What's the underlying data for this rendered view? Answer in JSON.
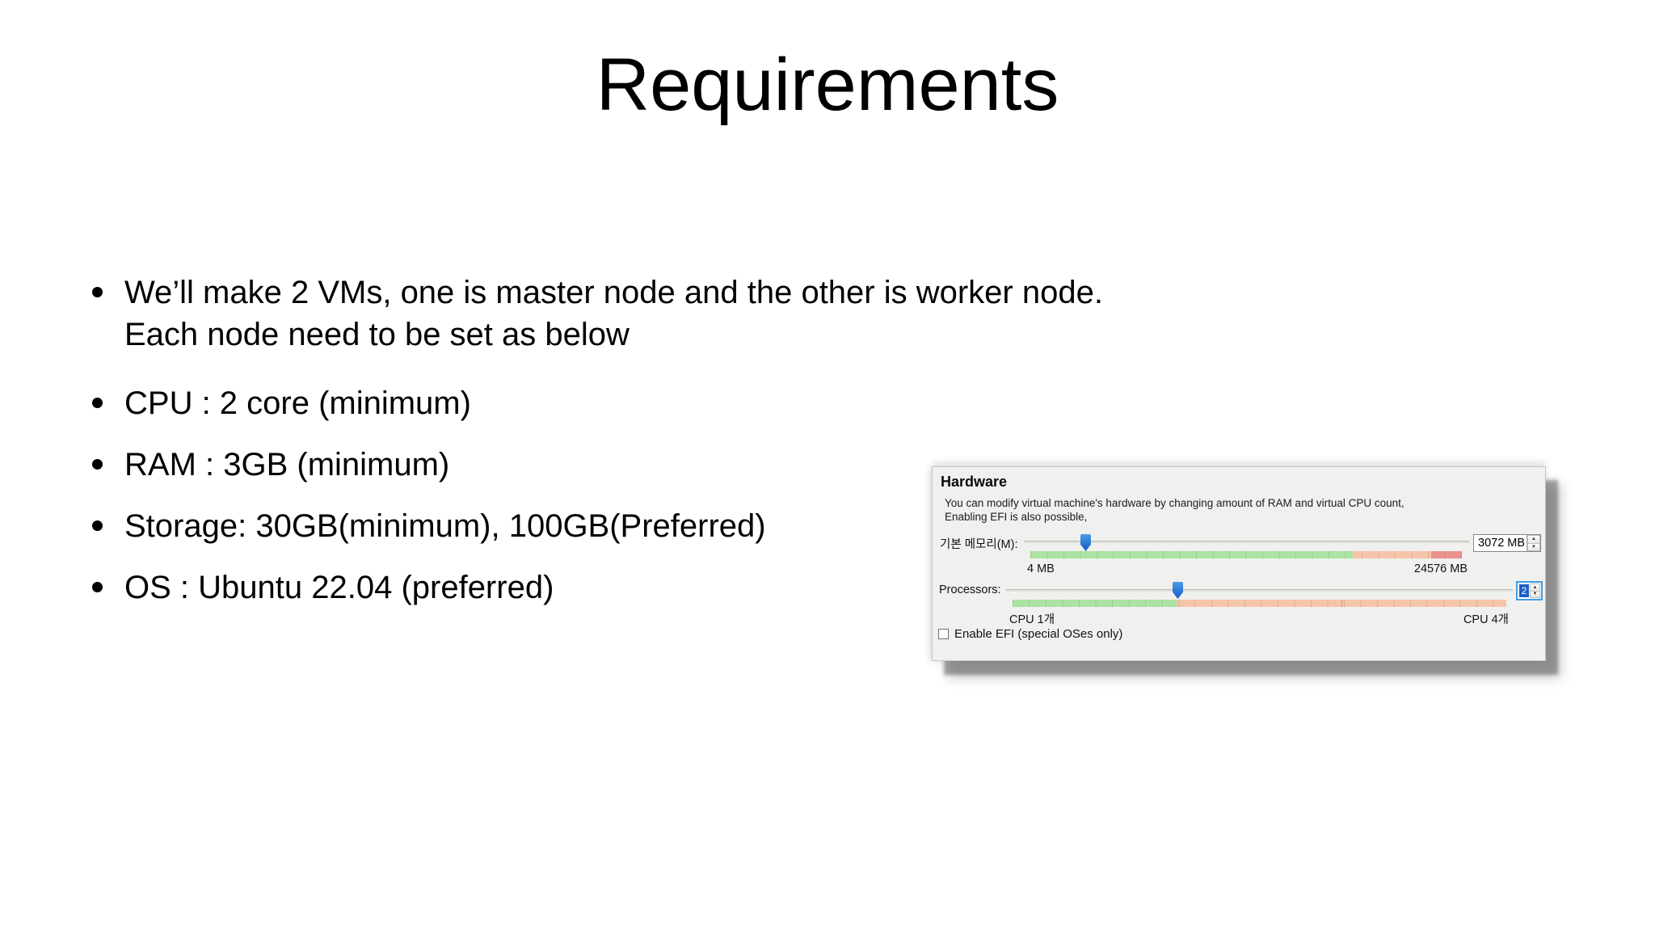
{
  "slide": {
    "title": "Requirements",
    "bullets": [
      {
        "lines": [
          "We’ll make 2 VMs, one is master node and the other is worker node.",
          "Each node need to be set as below"
        ]
      },
      {
        "lines": [
          "CPU : 2 core (minimum)"
        ]
      },
      {
        "lines": [
          "RAM : 3GB (minimum)"
        ]
      },
      {
        "lines": [
          "Storage: 30GB(minimum), 100GB(Preferred)"
        ]
      },
      {
        "lines": [
          "OS : Ubuntu 22.04 (preferred)"
        ]
      }
    ]
  },
  "hardware_dialog": {
    "title": "Hardware",
    "description_line1": "You can modify virtual machine's hardware by changing amount of RAM and virtual CPU count,",
    "description_line2": "Enabling EFI is also possible,",
    "memory": {
      "label": "기본 메모리(M):",
      "value": "3072 MB",
      "min_label": "4 MB",
      "max_label": "24576 MB",
      "slider_percent": 12.5
    },
    "processors": {
      "label": "Processors:",
      "value": "2",
      "min_label": "CPU 1개",
      "max_label": "CPU 4개",
      "slider_percent": 33.3
    },
    "efi_checkbox": {
      "label": "Enable EFI (special OSes only)",
      "checked": false
    },
    "icons": {
      "spin_up": "▲",
      "spin_down": "▼"
    },
    "colors": {
      "thumb_blue": "#1b66cb",
      "focus_ring_blue": "#3f9ee9",
      "selection_blue": "#1f5fc4",
      "gauge_green": "#abe3a2",
      "gauge_salmon": "#f5c5aa",
      "gauge_red": "#e9938e",
      "dialog_bg": "#f0f0ee"
    }
  }
}
